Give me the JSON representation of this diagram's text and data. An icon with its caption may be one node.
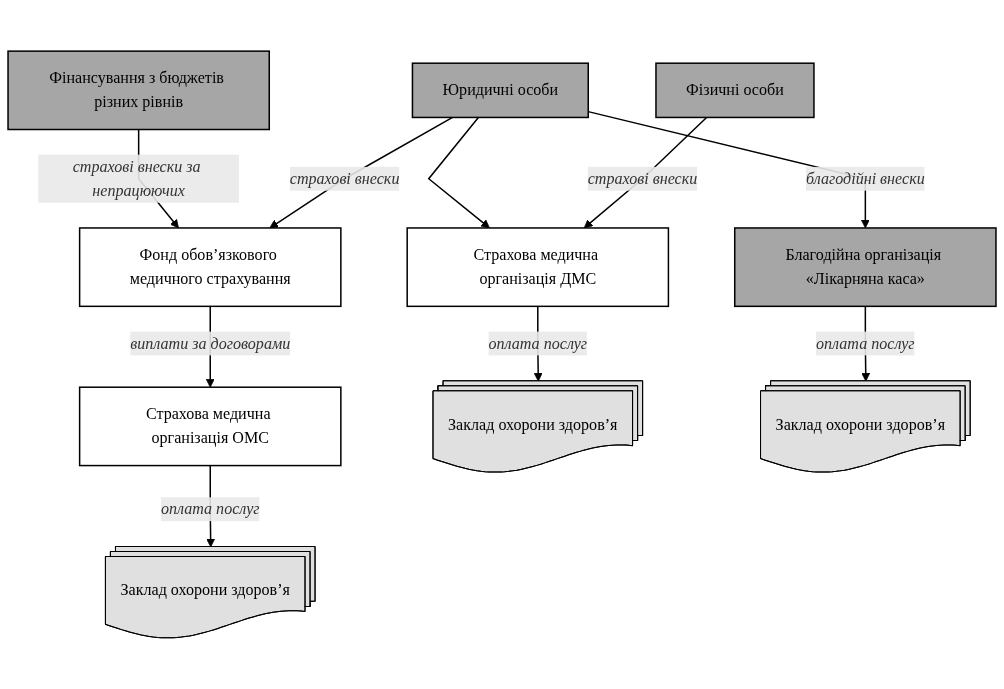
{
  "diagram": {
    "nodes": [
      {
        "text": [
          "Фінансування з бюджетів різних рівнів"
        ]
      },
      {
        "text": [
          "Юридичні особи"
        ]
      },
      {
        "text": [
          "Фізичні особи"
        ]
      },
      {
        "text": [
          "Фонд обов’язкового медичного страхування"
        ]
      },
      {
        "text": [
          "Страхова медична організація ОМС"
        ]
      },
      {
        "text": [
          "Страхова медична організація ДМС"
        ]
      },
      {
        "text": [
          "Благодійна організація «Лікарняна каса»"
        ]
      },
      {
        "text": [
          "Заклад охорони здоров’я"
        ]
      },
      {
        "text": [
          "Заклад охорони здоров’я"
        ]
      },
      {
        "text": [
          "Заклад охорони здоров’я"
        ]
      }
    ],
    "edges": [
      {
        "from": 0,
        "to": 3,
        "arrow": "to",
        "label": "страхові внески за непрацюючих"
      },
      {
        "from": 1,
        "to": 3,
        "arrow": "to",
        "label": "страхові внески"
      },
      {
        "from": 1,
        "to": 5,
        "arrow": "to"
      },
      {
        "from": 2,
        "to": 5,
        "arrow": "to",
        "label": "страхові внески"
      },
      {
        "from": 1,
        "to": 6,
        "arrow": "to",
        "label": "благодійні внески"
      },
      {
        "from": 3,
        "to": 4,
        "arrow": "to",
        "label": "виплати за договорами"
      },
      {
        "from": 4,
        "to": 7,
        "arrow": "to",
        "label": "оплата послуг"
      },
      {
        "from": 5,
        "to": 8,
        "arrow": "to",
        "label": "оплата послуг"
      },
      {
        "from": 6,
        "to": 9,
        "arrow": "to",
        "label": "оплата послуг"
      }
    ]
  }
}
